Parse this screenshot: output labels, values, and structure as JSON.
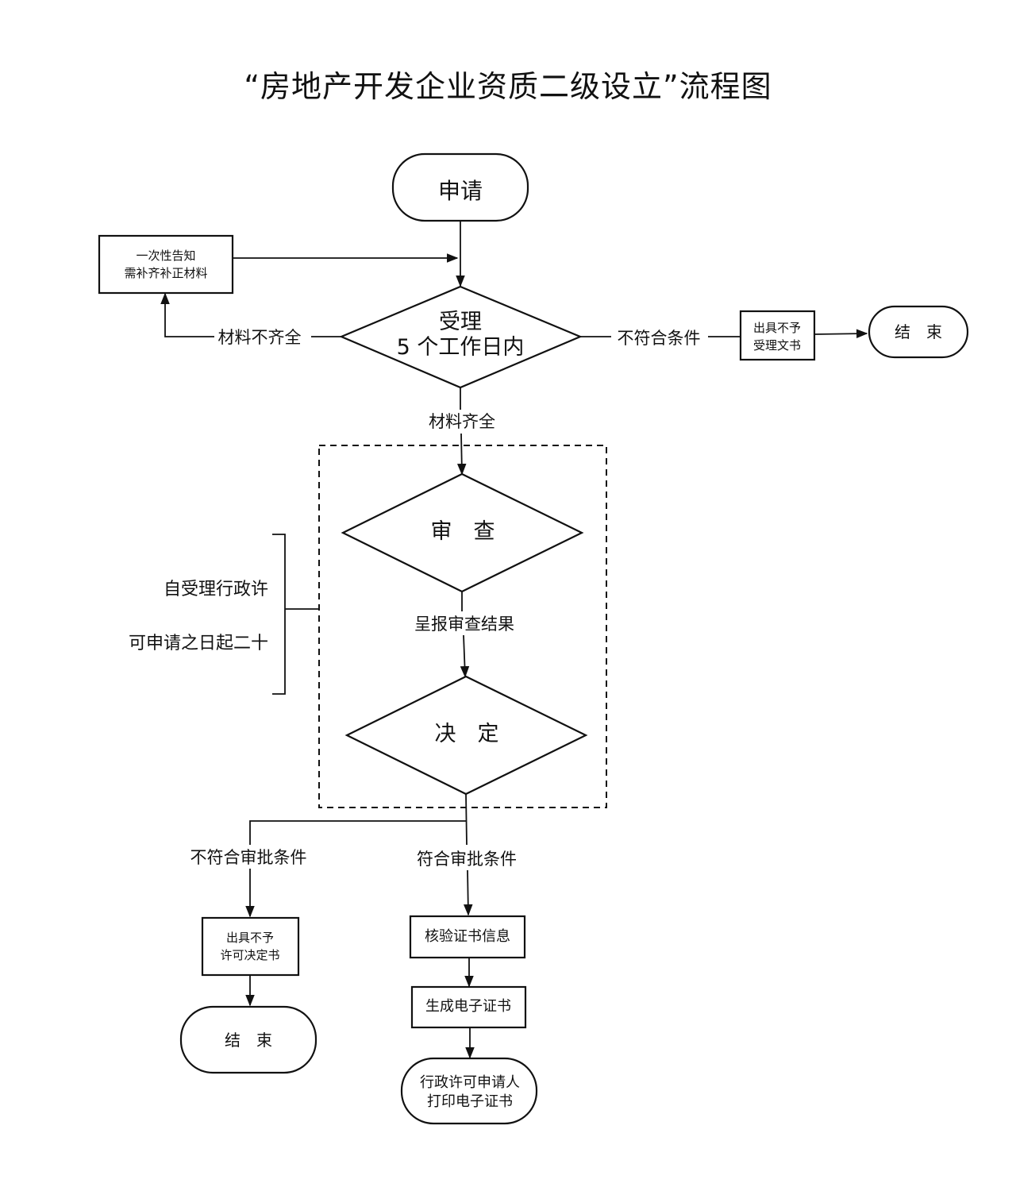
{
  "title": "“房地产开发企业资质二级设立”流程图",
  "nodes": {
    "apply": "申请",
    "notice_line1": "一次性告知",
    "notice_line2": "需补齐补正材料",
    "accept_line1": "受理",
    "accept_line2": "5 个工作日内",
    "reject_doc_line1": "出具不予",
    "reject_doc_line2": "受理文书",
    "end_top": "结　束",
    "review": "审　查",
    "decide": "决　定",
    "deny_doc_line1": "出具不予",
    "deny_doc_line2": "许可决定书",
    "end_bottom": "结　束",
    "verify": "核验证书信息",
    "generate": "生成电子证书",
    "print_line1": "行政许可申请人",
    "print_line2": "打印电子证书"
  },
  "edges": {
    "incomplete": "材料不齐全",
    "not_eligible": "不符合条件",
    "complete": "材料齐全",
    "report": "呈报审查结果",
    "deny": "不符合审批条件",
    "approve": "符合审批条件"
  },
  "side_note": {
    "line1": "自受理行政许",
    "line2": "可申请之日起二十"
  }
}
